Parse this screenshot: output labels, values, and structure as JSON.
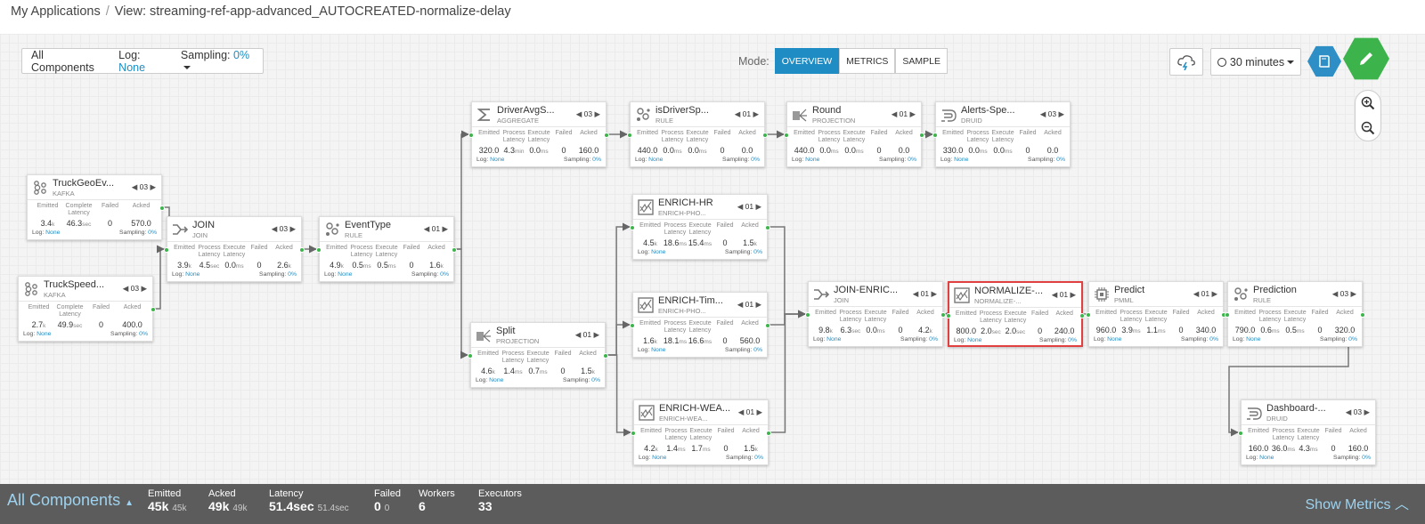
{
  "breadcrumb": {
    "root": "My Applications",
    "separator": "/",
    "current": "View: streaming-ref-app-advanced_AUTOCREATED-normalize-delay"
  },
  "filters": {
    "components": "All Components",
    "log_label": "Log:",
    "log_value": "None",
    "sampling_label": "Sampling:",
    "sampling_value": "0%"
  },
  "mode": {
    "label": "Mode:",
    "options": [
      "OVERVIEW",
      "METRICS",
      "SAMPLE"
    ],
    "active": "OVERVIEW"
  },
  "toolbar": {
    "time_range": "30 minutes",
    "weather_icon": "storm-cloud-icon",
    "book_icon": "book-icon",
    "edit_icon": "pencil-icon"
  },
  "zoom": {
    "in_icon": "zoom-in-icon",
    "out_icon": "zoom-out-icon"
  },
  "nodes": [
    {
      "id": "truckgeo",
      "title": "TruckGeoEv...",
      "subtitle": "KAFKA",
      "parallelism": "03",
      "icon": "kafka-icon",
      "stats": [
        [
          "Emitted",
          "3.4",
          "k"
        ],
        [
          "Complete Latency",
          "46.3",
          "sec"
        ],
        [
          "Failed",
          "0",
          ""
        ],
        [
          "Acked",
          "570.0",
          ""
        ]
      ],
      "log": "None",
      "sampling": "0%"
    },
    {
      "id": "truckspeed",
      "title": "TruckSpeed...",
      "subtitle": "KAFKA",
      "parallelism": "03",
      "icon": "kafka-icon",
      "stats": [
        [
          "Emitted",
          "2.7",
          "k"
        ],
        [
          "Complete Latency",
          "49.9",
          "sec"
        ],
        [
          "Failed",
          "0",
          ""
        ],
        [
          "Acked",
          "400.0",
          ""
        ]
      ],
      "log": "None",
      "sampling": "0%"
    },
    {
      "id": "join",
      "title": "JOIN",
      "subtitle": "JOIN",
      "parallelism": "03",
      "icon": "join-icon",
      "stats": [
        [
          "Emitted",
          "3.9",
          "k"
        ],
        [
          "Process Latency",
          "4.5",
          "sec"
        ],
        [
          "Execute Latency",
          "0.0",
          "ms"
        ],
        [
          "Failed",
          "0",
          ""
        ],
        [
          "Acked",
          "2.6",
          "k"
        ]
      ],
      "log": "None",
      "sampling": "0%"
    },
    {
      "id": "eventtype",
      "title": "EventType",
      "subtitle": "RULE",
      "parallelism": "01",
      "icon": "rule-icon",
      "stats": [
        [
          "Emitted",
          "4.9",
          "k"
        ],
        [
          "Process Latency",
          "0.5",
          "ms"
        ],
        [
          "Execute Latency",
          "0.5",
          "ms"
        ],
        [
          "Failed",
          "0",
          ""
        ],
        [
          "Acked",
          "1.6",
          "k"
        ]
      ],
      "log": "None",
      "sampling": "0%"
    },
    {
      "id": "driveravg",
      "title": "DriverAvgS...",
      "subtitle": "AGGREGATE",
      "parallelism": "03",
      "icon": "sigma-icon",
      "stats": [
        [
          "Emitted",
          "320.0",
          ""
        ],
        [
          "Process Latency",
          "4.3",
          "min"
        ],
        [
          "Execute Latency",
          "0.0",
          "ms"
        ],
        [
          "Failed",
          "0",
          ""
        ],
        [
          "Acked",
          "160.0",
          ""
        ]
      ],
      "log": "None",
      "sampling": "0%"
    },
    {
      "id": "isdriver",
      "title": "isDriverSp...",
      "subtitle": "RULE",
      "parallelism": "01",
      "icon": "rule-icon",
      "stats": [
        [
          "Emitted",
          "440.0",
          ""
        ],
        [
          "Process Latency",
          "0.0",
          "ms"
        ],
        [
          "Execute Latency",
          "0.0",
          "ms"
        ],
        [
          "Failed",
          "0",
          ""
        ],
        [
          "Acked",
          "0.0",
          ""
        ]
      ],
      "log": "None",
      "sampling": "0%"
    },
    {
      "id": "round",
      "title": "Round",
      "subtitle": "PROJECTION",
      "parallelism": "01",
      "icon": "projection-icon",
      "stats": [
        [
          "Emitted",
          "440.0",
          ""
        ],
        [
          "Process Latency",
          "0.0",
          "ms"
        ],
        [
          "Execute Latency",
          "0.0",
          "ms"
        ],
        [
          "Failed",
          "0",
          ""
        ],
        [
          "Acked",
          "0.0",
          ""
        ]
      ],
      "log": "None",
      "sampling": "0%"
    },
    {
      "id": "alerts",
      "title": "Alerts-Spe...",
      "subtitle": "DRUID",
      "parallelism": "03",
      "icon": "druid-icon",
      "stats": [
        [
          "Emitted",
          "330.0",
          ""
        ],
        [
          "Process Latency",
          "0.0",
          "ms"
        ],
        [
          "Execute Latency",
          "0.0",
          "ms"
        ],
        [
          "Failed",
          "0",
          ""
        ],
        [
          "Acked",
          "0.0",
          ""
        ]
      ],
      "log": "None",
      "sampling": "0%"
    },
    {
      "id": "enrichhr",
      "title": "ENRICH-HR",
      "subtitle": "ENRICH-PHO...",
      "parallelism": "01",
      "icon": "enrich-icon",
      "stats": [
        [
          "Emitted",
          "4.5",
          "k"
        ],
        [
          "Process Latency",
          "18.6",
          "ms"
        ],
        [
          "Execute Latency",
          "15.4",
          "ms"
        ],
        [
          "Failed",
          "0",
          ""
        ],
        [
          "Acked",
          "1.5",
          "k"
        ]
      ],
      "log": "None",
      "sampling": "0%"
    },
    {
      "id": "enrichtim",
      "title": "ENRICH-Tim...",
      "subtitle": "ENRICH-PHO...",
      "parallelism": "01",
      "icon": "enrich-icon",
      "stats": [
        [
          "Emitted",
          "1.6",
          "k"
        ],
        [
          "Process Latency",
          "18.1",
          "ms"
        ],
        [
          "Execute Latency",
          "16.6",
          "ms"
        ],
        [
          "Failed",
          "0",
          ""
        ]
      ],
      "extra_label": "Acked",
      "extra_value": "560.0",
      "log": "None",
      "sampling": "0%"
    },
    {
      "id": "enrichwea",
      "title": "ENRICH-WEA...",
      "subtitle": "ENRICH-WEA...",
      "parallelism": "01",
      "icon": "enrich-icon",
      "stats": [
        [
          "Emitted",
          "4.2",
          "k"
        ],
        [
          "Process Latency",
          "1.4",
          "ms"
        ],
        [
          "Execute Latency",
          "1.7",
          "ms"
        ],
        [
          "Failed",
          "0",
          ""
        ],
        [
          "Acked",
          "1.5",
          "k"
        ]
      ],
      "log": "None",
      "sampling": "0%"
    },
    {
      "id": "split",
      "title": "Split",
      "subtitle": "PROJECTION",
      "parallelism": "01",
      "icon": "projection-icon",
      "stats": [
        [
          "Emitted",
          "4.6",
          "k"
        ],
        [
          "Process Latency",
          "1.4",
          "ms"
        ],
        [
          "Execute Latency",
          "0.7",
          "ms"
        ],
        [
          "Failed",
          "0",
          ""
        ],
        [
          "Acked",
          "1.5",
          "k"
        ]
      ],
      "log": "None",
      "sampling": "0%"
    },
    {
      "id": "joinenric",
      "title": "JOIN-ENRIC...",
      "subtitle": "JOIN",
      "parallelism": "01",
      "icon": "join-icon",
      "stats": [
        [
          "Emitted",
          "9.8",
          "k"
        ],
        [
          "Process Latency",
          "6.3",
          "sec"
        ],
        [
          "Execute Latency",
          "0.0",
          "ms"
        ],
        [
          "Failed",
          "0",
          ""
        ],
        [
          "Acked",
          "4.2",
          "k"
        ]
      ],
      "log": "None",
      "sampling": "0%"
    },
    {
      "id": "normalize",
      "title": "NORMALIZE-...",
      "subtitle": "NORMALIZE-...",
      "parallelism": "01",
      "icon": "enrich-icon",
      "stats": [
        [
          "Emitted",
          "800.0",
          ""
        ],
        [
          "Process Latency",
          "2.0",
          "sec"
        ],
        [
          "Execute Latency",
          "2.0",
          "sec"
        ],
        [
          "Failed",
          "0",
          ""
        ],
        [
          "Acked",
          "240.0",
          ""
        ]
      ],
      "log": "None",
      "sampling": "0%"
    },
    {
      "id": "predict",
      "title": "Predict",
      "subtitle": "PMML",
      "parallelism": "01",
      "icon": "chip-icon",
      "stats": [
        [
          "Emitted",
          "960.0",
          ""
        ],
        [
          "Process Latency",
          "3.9",
          "ms"
        ],
        [
          "Execute Latency",
          "1.1",
          "ms"
        ],
        [
          "Failed",
          "0",
          ""
        ],
        [
          "Acked",
          "340.0",
          ""
        ]
      ],
      "log": "None",
      "sampling": "0%"
    },
    {
      "id": "prediction",
      "title": "Prediction",
      "subtitle": "RULE",
      "parallelism": "03",
      "icon": "rule-icon",
      "stats": [
        [
          "Emitted",
          "790.0",
          ""
        ],
        [
          "Process Latency",
          "0.6",
          "ms"
        ],
        [
          "Execute Latency",
          "0.5",
          "ms"
        ],
        [
          "Failed",
          "0",
          ""
        ],
        [
          "Acked",
          "320.0",
          ""
        ]
      ],
      "log": "None",
      "sampling": "0%"
    },
    {
      "id": "dashboard",
      "title": "Dashboard-...",
      "subtitle": "DRUID",
      "parallelism": "03",
      "icon": "druid-icon",
      "stats": [
        [
          "Emitted",
          "160.0",
          ""
        ],
        [
          "Process Latency",
          "36.0",
          "ms"
        ],
        [
          "Execute Latency",
          "4.3",
          "ms"
        ],
        [
          "Failed",
          "0",
          ""
        ],
        [
          "Acked",
          "160.0",
          ""
        ]
      ],
      "log": "None",
      "sampling": "0%"
    }
  ],
  "node_labels": {
    "log": "Log:",
    "sampling": "Sampling:"
  },
  "summary": {
    "title": "All Components",
    "emitted_label": "Emitted",
    "emitted_value": "45k",
    "emitted_sub": "45k",
    "acked_label": "Acked",
    "acked_value": "49k",
    "acked_sub": "49k",
    "latency_label": "Latency",
    "latency_value": "51.4sec",
    "latency_sub": "51.4sec",
    "failed_label": "Failed",
    "failed_value": "0",
    "failed_sub": "0",
    "workers_label": "Workers",
    "workers_value": "6",
    "executors_label": "Executors",
    "executors_value": "33",
    "show_metrics": "Show Metrics"
  },
  "colors": {
    "accent": "#1f8dc3",
    "hex_badge": "#2e8fc7",
    "edit_badge": "#3cb44b",
    "selected_border": "#e04040",
    "port": "#3cb44b"
  }
}
